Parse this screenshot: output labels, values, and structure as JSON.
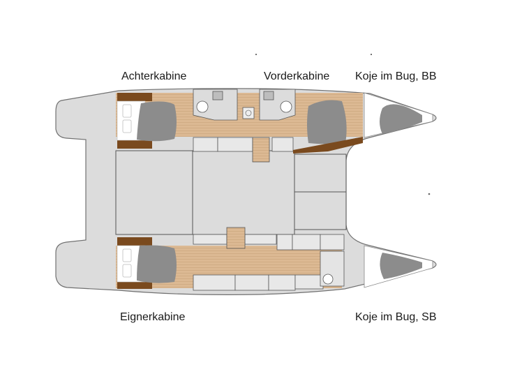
{
  "plan": {
    "title": "Catamaran floor plan",
    "colors": {
      "hull": "#dcdcdc",
      "outline": "#707070",
      "wood": "#d9b48a",
      "wood_dark": "#7a4a1e",
      "bed": "#8c8c8c",
      "white": "#ffffff"
    }
  },
  "labels": {
    "aft_cabin": "Achterkabine",
    "forward_cabin": "Vorderkabine",
    "bow_berth_port": "Koje im Bug, BB",
    "owner_cabin": "Eignerkabine",
    "bow_berth_starboard": "Koje im Bug, SB"
  }
}
